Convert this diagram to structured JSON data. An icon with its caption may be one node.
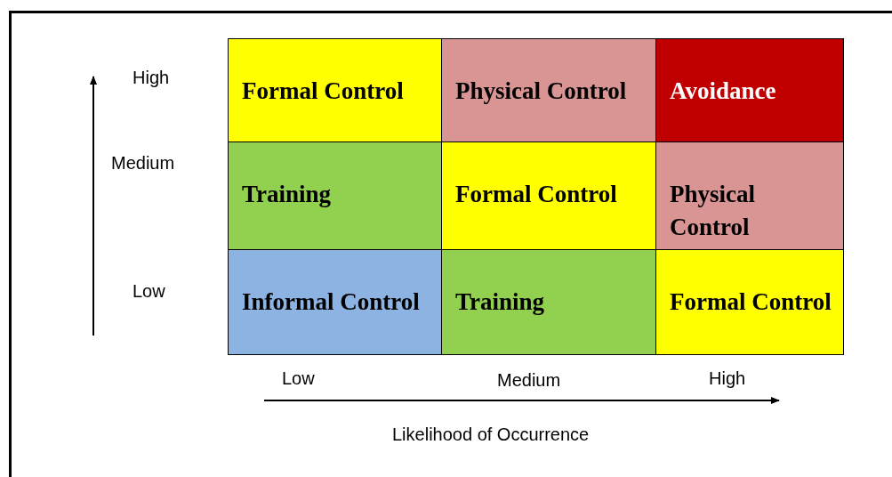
{
  "diagram": {
    "nodes": [
      {
        "text": [
          "Formal Control"
        ]
      },
      {
        "text": [
          "Physical Control"
        ]
      },
      {
        "text": [
          "Avoidance"
        ]
      },
      {
        "text": [
          "Training"
        ]
      },
      {
        "text": [
          "Formal Control"
        ]
      },
      {
        "text": [
          "Physical Control"
        ]
      },
      {
        "text": [
          "Informal Control"
        ]
      },
      {
        "text": [
          "Training"
        ]
      },
      {
        "text": [
          "Formal Control"
        ]
      }
    ],
    "labels": [
      "High",
      "Medium",
      "Low",
      "Low",
      "Medium",
      "High",
      "Likelihood of Occurrence"
    ]
  }
}
